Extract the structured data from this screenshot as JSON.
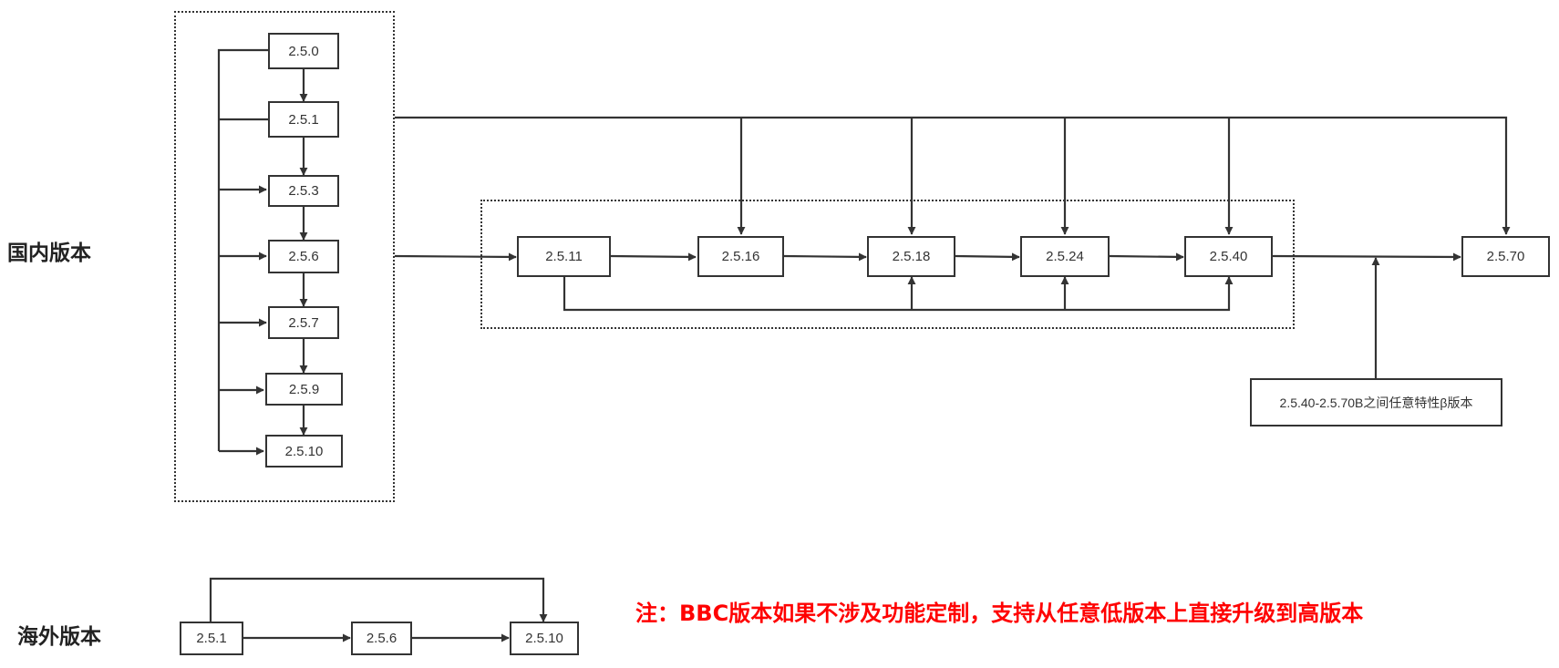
{
  "sections": {
    "domestic": "国内版本",
    "overseas": "海外版本"
  },
  "domestic_nodes": {
    "v250": "2.5.0",
    "v251": "2.5.1",
    "v253": "2.5.3",
    "v256": "2.5.6",
    "v257": "2.5.7",
    "v259": "2.5.9",
    "v2510": "2.5.10",
    "v2511": "2.5.11",
    "v2516": "2.5.16",
    "v2518": "2.5.18",
    "v2524": "2.5.24",
    "v2540": "2.5.40",
    "v2570": "2.5.70",
    "beta": "2.5.40-2.5.70B之间任意特性β版本"
  },
  "overseas_nodes": {
    "v251": "2.5.1",
    "v256": "2.5.6",
    "v2510": "2.5.10"
  },
  "note": "注：BBC版本如果不涉及功能定制，支持从任意低版本上直接升级到高版本",
  "colors": {
    "line": "#333333",
    "note": "#ff0000"
  }
}
